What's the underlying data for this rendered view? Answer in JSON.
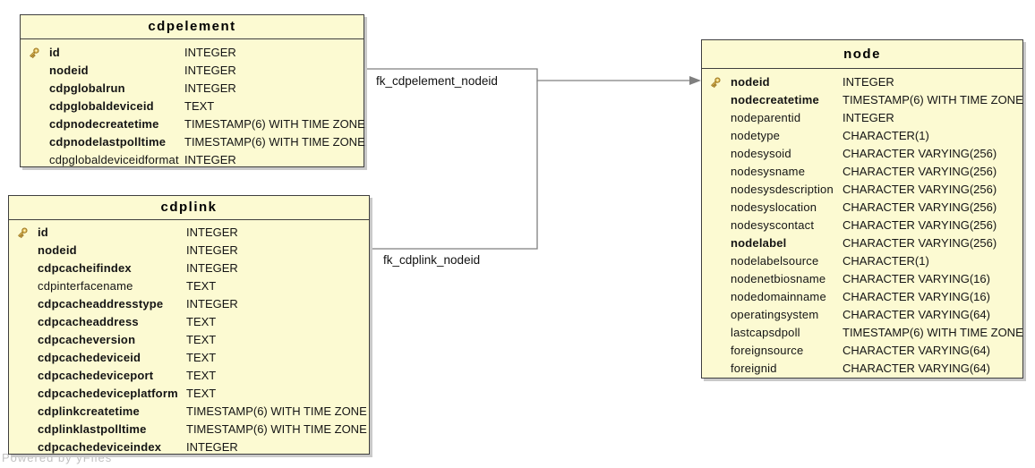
{
  "diagram": {
    "watermark": "Powered by yFiles",
    "colors": {
      "table_fill": "#FCFAD2",
      "table_border": "#3F3F3F",
      "shadow": "#C9C9C9",
      "edge": "#7F7F7F",
      "key_icon_gold": "#E9C764",
      "key_icon_outline": "#9A7420",
      "watermark_gray": "#C2C2C2"
    },
    "tables": [
      {
        "name": "cdpelement",
        "fields": [
          {
            "name": "id",
            "type": "INTEGER",
            "bold": true,
            "key": true
          },
          {
            "name": "nodeid",
            "type": "INTEGER",
            "bold": true,
            "key": false
          },
          {
            "name": "cdpglobalrun",
            "type": "INTEGER",
            "bold": true,
            "key": false
          },
          {
            "name": "cdpglobaldeviceid",
            "type": "TEXT",
            "bold": true,
            "key": false
          },
          {
            "name": "cdpnodecreatetime",
            "type": "TIMESTAMP(6) WITH TIME ZONE",
            "bold": true,
            "key": false
          },
          {
            "name": "cdpnodelastpolltime",
            "type": "TIMESTAMP(6) WITH TIME ZONE",
            "bold": true,
            "key": false
          },
          {
            "name": "cdpglobaldeviceidformat",
            "type": "INTEGER",
            "bold": false,
            "key": false
          }
        ]
      },
      {
        "name": "cdplink",
        "fields": [
          {
            "name": "id",
            "type": "INTEGER",
            "bold": true,
            "key": true
          },
          {
            "name": "nodeid",
            "type": "INTEGER",
            "bold": true,
            "key": false
          },
          {
            "name": "cdpcacheifindex",
            "type": "INTEGER",
            "bold": true,
            "key": false
          },
          {
            "name": "cdpinterfacename",
            "type": "TEXT",
            "bold": false,
            "key": false
          },
          {
            "name": "cdpcacheaddresstype",
            "type": "INTEGER",
            "bold": true,
            "key": false
          },
          {
            "name": "cdpcacheaddress",
            "type": "TEXT",
            "bold": true,
            "key": false
          },
          {
            "name": "cdpcacheversion",
            "type": "TEXT",
            "bold": true,
            "key": false
          },
          {
            "name": "cdpcachedeviceid",
            "type": "TEXT",
            "bold": true,
            "key": false
          },
          {
            "name": "cdpcachedeviceport",
            "type": "TEXT",
            "bold": true,
            "key": false
          },
          {
            "name": "cdpcachedeviceplatform",
            "type": "TEXT",
            "bold": true,
            "key": false
          },
          {
            "name": "cdplinkcreatetime",
            "type": "TIMESTAMP(6) WITH TIME ZONE",
            "bold": true,
            "key": false
          },
          {
            "name": "cdplinklastpolltime",
            "type": "TIMESTAMP(6) WITH TIME ZONE",
            "bold": true,
            "key": false
          },
          {
            "name": "cdpcachedeviceindex",
            "type": "INTEGER",
            "bold": true,
            "key": false
          }
        ]
      },
      {
        "name": "node",
        "fields": [
          {
            "name": "nodeid",
            "type": "INTEGER",
            "bold": true,
            "key": true
          },
          {
            "name": "nodecreatetime",
            "type": "TIMESTAMP(6) WITH TIME ZONE",
            "bold": true,
            "key": false
          },
          {
            "name": "nodeparentid",
            "type": "INTEGER",
            "bold": false,
            "key": false
          },
          {
            "name": "nodetype",
            "type": "CHARACTER(1)",
            "bold": false,
            "key": false
          },
          {
            "name": "nodesysoid",
            "type": "CHARACTER VARYING(256)",
            "bold": false,
            "key": false
          },
          {
            "name": "nodesysname",
            "type": "CHARACTER VARYING(256)",
            "bold": false,
            "key": false
          },
          {
            "name": "nodesysdescription",
            "type": "CHARACTER VARYING(256)",
            "bold": false,
            "key": false
          },
          {
            "name": "nodesyslocation",
            "type": "CHARACTER VARYING(256)",
            "bold": false,
            "key": false
          },
          {
            "name": "nodesyscontact",
            "type": "CHARACTER VARYING(256)",
            "bold": false,
            "key": false
          },
          {
            "name": "nodelabel",
            "type": "CHARACTER VARYING(256)",
            "bold": true,
            "key": false
          },
          {
            "name": "nodelabelsource",
            "type": "CHARACTER(1)",
            "bold": false,
            "key": false
          },
          {
            "name": "nodenetbiosname",
            "type": "CHARACTER VARYING(16)",
            "bold": false,
            "key": false
          },
          {
            "name": "nodedomainname",
            "type": "CHARACTER VARYING(16)",
            "bold": false,
            "key": false
          },
          {
            "name": "operatingsystem",
            "type": "CHARACTER VARYING(64)",
            "bold": false,
            "key": false
          },
          {
            "name": "lastcapsdpoll",
            "type": "TIMESTAMP(6) WITH TIME ZONE",
            "bold": false,
            "key": false
          },
          {
            "name": "foreignsource",
            "type": "CHARACTER VARYING(64)",
            "bold": false,
            "key": false
          },
          {
            "name": "foreignid",
            "type": "CHARACTER VARYING(64)",
            "bold": false,
            "key": false
          }
        ]
      }
    ],
    "relationships": [
      {
        "label": "fk_cdpelement_nodeid",
        "from": "cdpelement.nodeid",
        "to": "node.nodeid"
      },
      {
        "label": "fk_cdplink_nodeid",
        "from": "cdplink.nodeid",
        "to": "node.nodeid"
      }
    ]
  }
}
